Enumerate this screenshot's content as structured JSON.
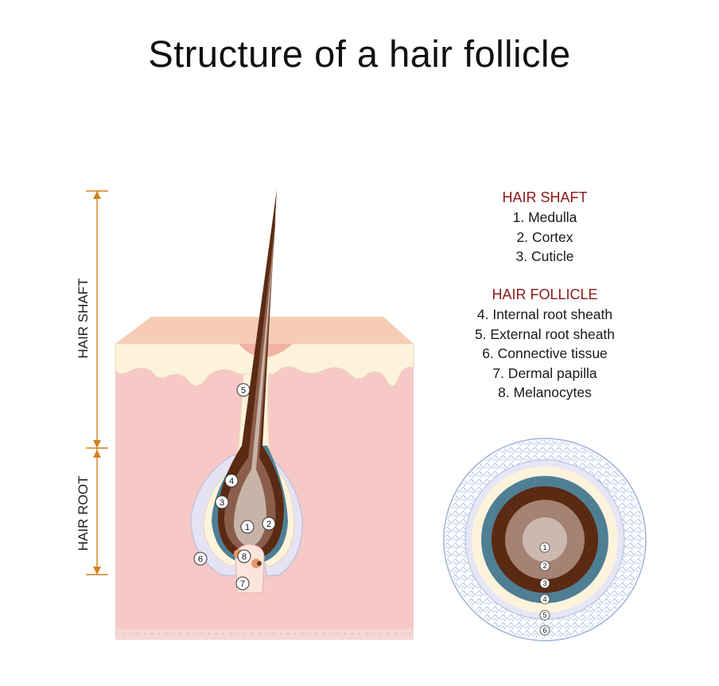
{
  "title": "Structure of a hair follicle",
  "side_labels": {
    "shaft": "HAIR SHAFT",
    "root": "HAIR ROOT"
  },
  "legend": {
    "shaft_heading": "HAIR SHAFT",
    "shaft_items": [
      "1. Medulla",
      "2. Cortex",
      "3. Cuticle"
    ],
    "follicle_heading": "HAIR FOLLICLE",
    "follicle_items": [
      "4. Internal root sheath",
      "5. External root sheath",
      "6. Connective tissue",
      "7. Dermal papilla",
      "8. Melanocytes"
    ]
  },
  "markers": {
    "m1": "1",
    "m2": "2",
    "m3": "3",
    "m4": "4",
    "m5": "5",
    "m6": "6",
    "m7": "7",
    "m8": "8"
  },
  "cross_section_markers": {
    "c1": "1",
    "c2": "2",
    "c3": "3",
    "c4": "4",
    "c5": "5",
    "c6": "6"
  },
  "colors": {
    "skin_top": "#f6cdb4",
    "epidermis": "#fdf3dc",
    "dermis": "#f7c9c6",
    "hair_dark": "#5b2a12",
    "cortex": "#8b5e4b",
    "medulla": "#c8b3a8",
    "cuticle_teal": "#4f7f94",
    "sheath_lilac": "#d9dcf0",
    "dimension": "#d4801e",
    "heading_red": "#8b1a1a"
  }
}
